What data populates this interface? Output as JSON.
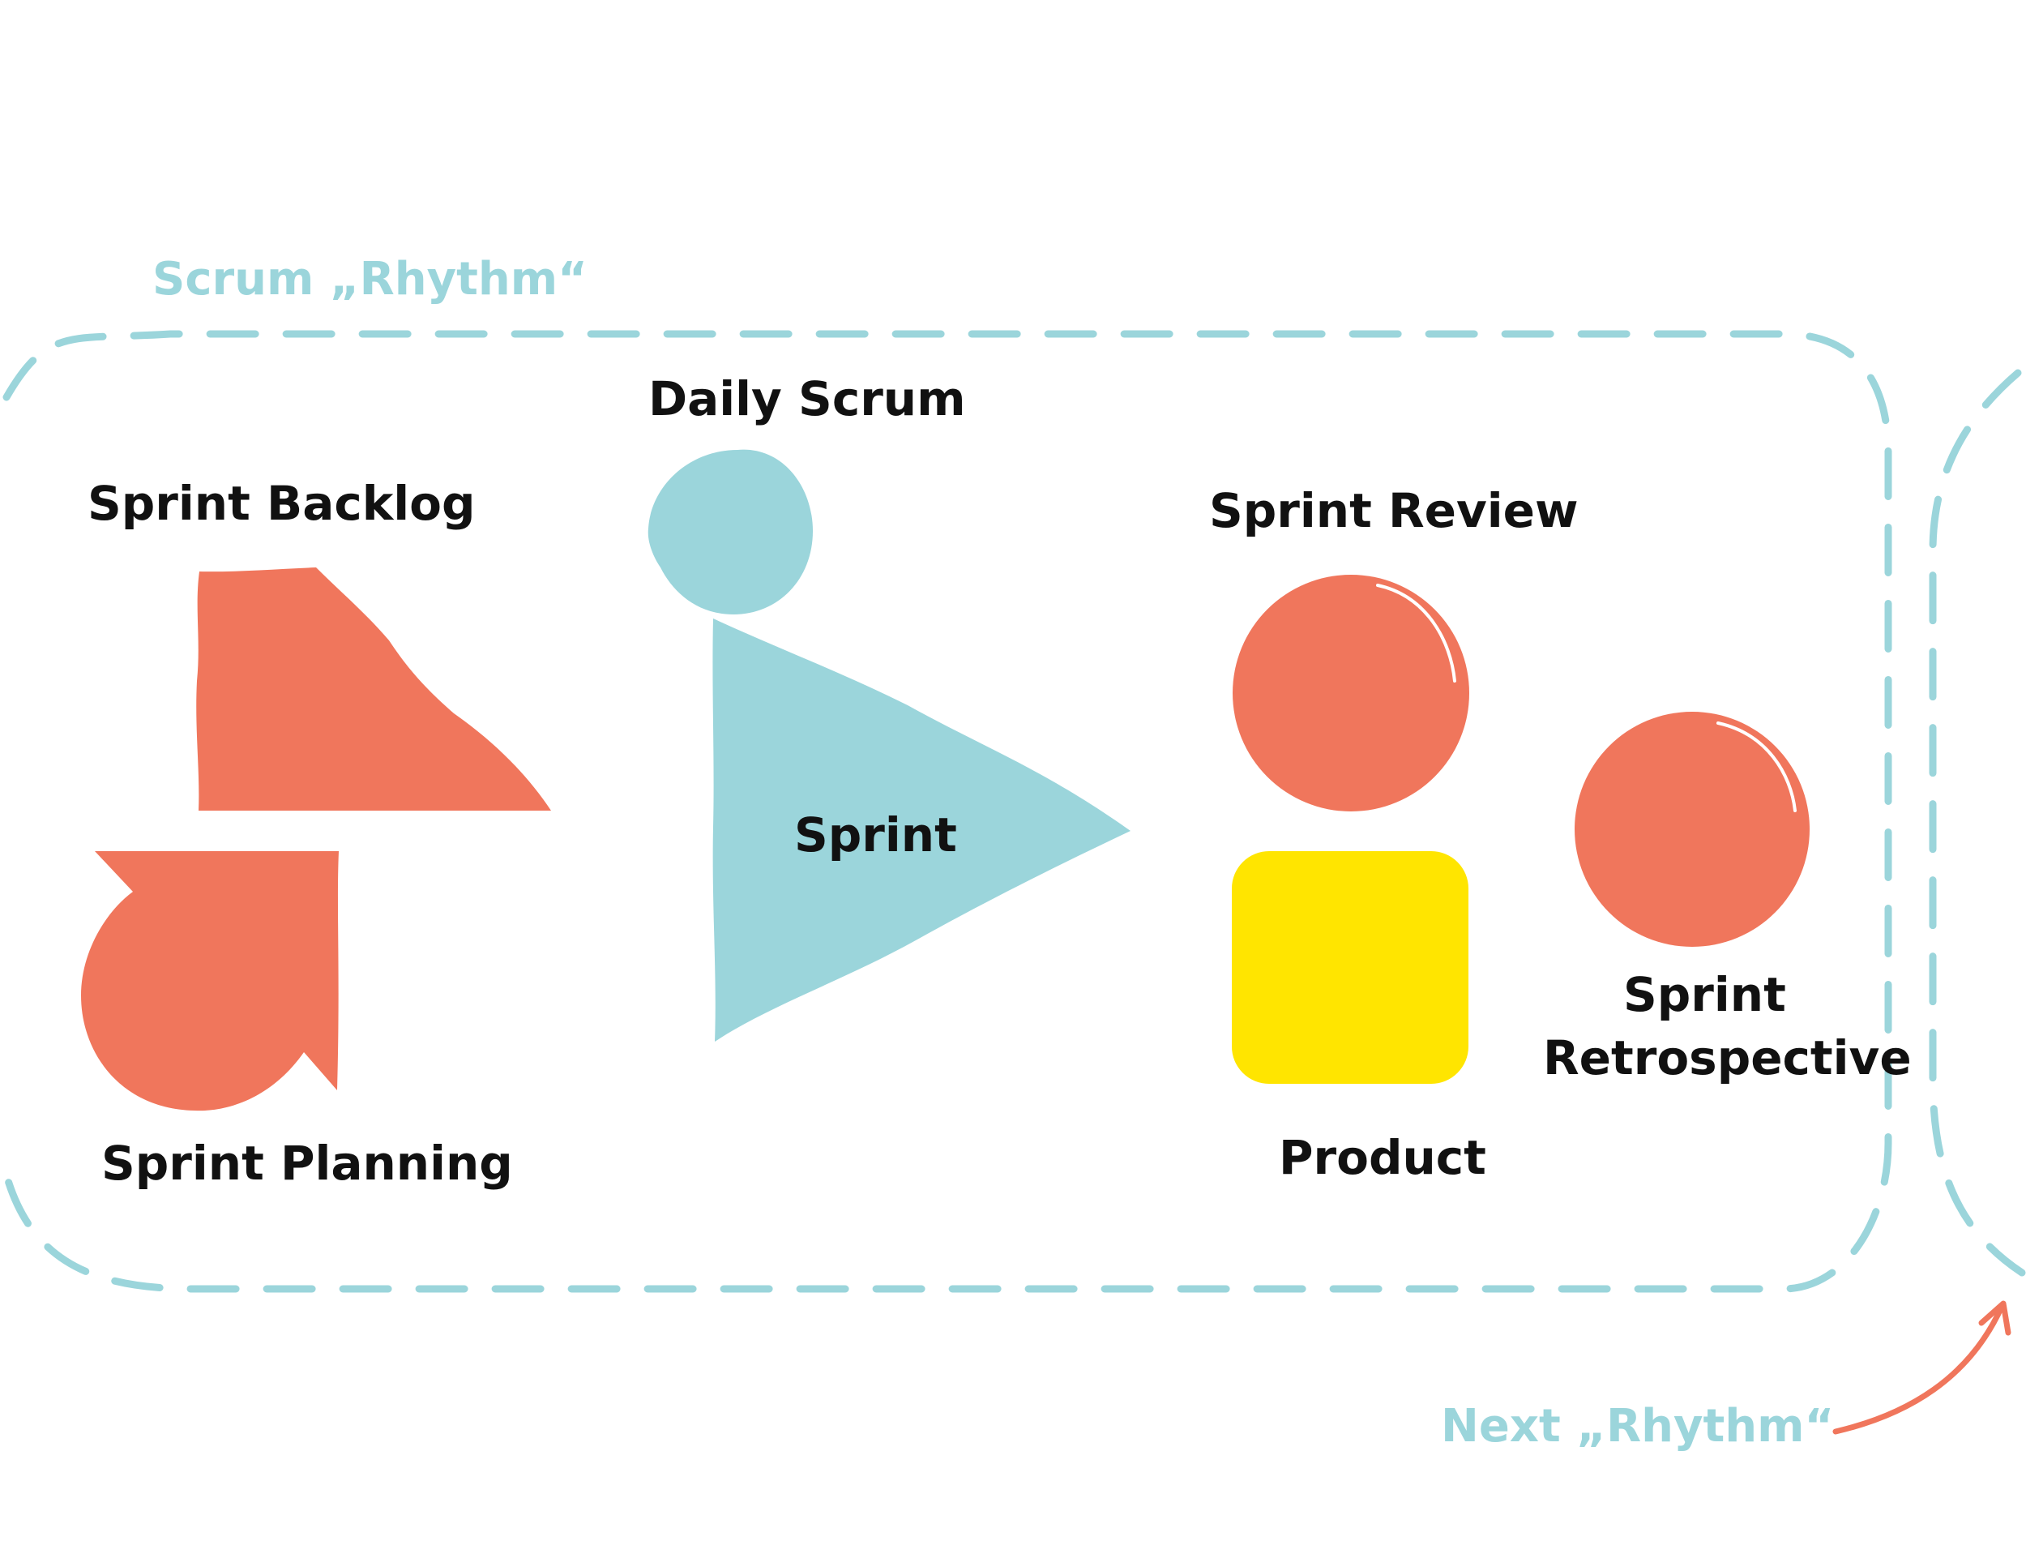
{
  "colors": {
    "background": "#ffffff",
    "coral": "#F0765C",
    "teal": "#9BD5DB",
    "yellow": "#FFE500",
    "ink": "#111111"
  },
  "labels": {
    "scrum_rhythm": "Scrum „Rhythm“",
    "next_rhythm": "Next „Rhythm“",
    "sprint_backlog": "Sprint Backlog",
    "sprint_planning": "Sprint Planning",
    "daily_scrum": "Daily Scrum",
    "sprint": "Sprint",
    "sprint_review": "Sprint Review",
    "product": "Product",
    "sprint_retrospective_line1": "Sprint",
    "sprint_retrospective_line2": "Retrospective"
  },
  "icons": {
    "sprint_backlog": "quarter-shape-icon",
    "sprint_planning": "circle-with-corner-icon",
    "daily_scrum": "circle-icon",
    "sprint": "triangle-arrow-icon",
    "sprint_review": "circle-icon",
    "product": "square-icon",
    "sprint_retrospective": "circle-icon",
    "next_rhythm": "curved-arrow-icon"
  }
}
